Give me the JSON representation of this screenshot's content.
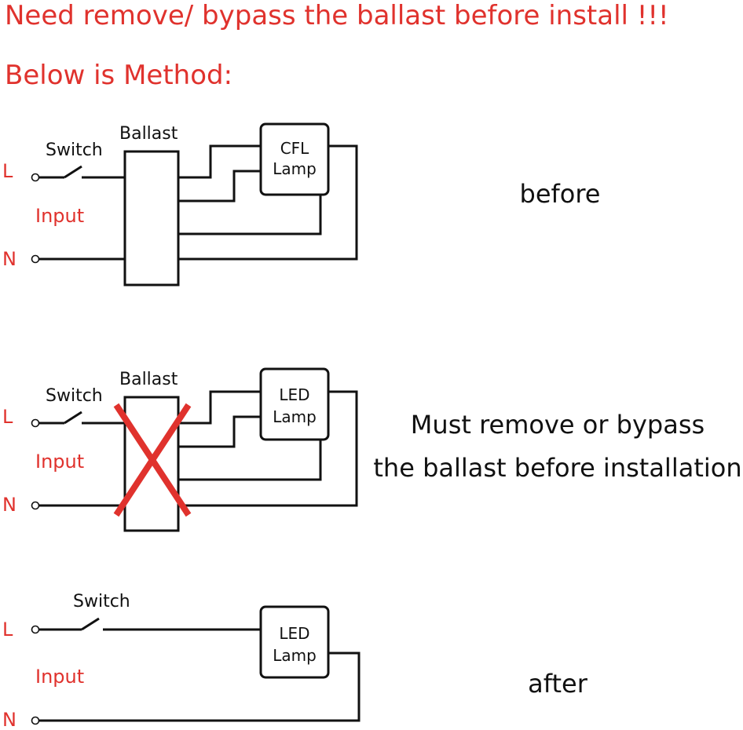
{
  "headings": {
    "warning": "Need remove/ bypass the ballast before install !!!",
    "method": "Below is Method:"
  },
  "colors": {
    "accent": "#e0322d",
    "line": "#111111"
  },
  "diagrams": {
    "before": {
      "switch_label": "Switch",
      "ballast_label": "Ballast",
      "lamp_line1": "CFL",
      "lamp_line2": "Lamp",
      "l_label": "L",
      "n_label": "N",
      "input_label": "Input",
      "caption": "before"
    },
    "during": {
      "switch_label": "Switch",
      "ballast_label": "Ballast",
      "lamp_line1": "LED",
      "lamp_line2": "Lamp",
      "l_label": "L",
      "n_label": "N",
      "input_label": "Input",
      "caption_line1": "Must remove or bypass",
      "caption_line2": "the ballast before installation"
    },
    "after": {
      "switch_label": "Switch",
      "lamp_line1": "LED",
      "lamp_line2": "Lamp",
      "l_label": "L",
      "n_label": "N",
      "input_label": "Input",
      "caption": "after"
    }
  }
}
